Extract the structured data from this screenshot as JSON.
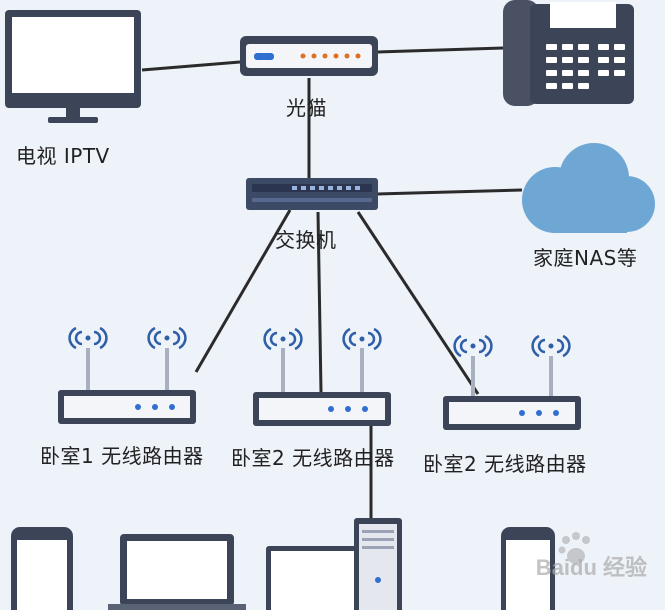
{
  "labels": {
    "tv": "电视 IPTV",
    "modem": "光猫",
    "switch": "交换机",
    "nas": "家庭NAS等",
    "router1": "卧室1 无线路由器",
    "router2": "卧室2 无线路由器",
    "router3": "卧室2 无线路由器"
  },
  "watermark": "Baidu 经验",
  "colors": {
    "background": "#eef2f9",
    "device_dark": "#3c4457",
    "cloud": "#6ea6d4",
    "wifi": "#2f5fa8",
    "wire": "#2b2b2b"
  }
}
